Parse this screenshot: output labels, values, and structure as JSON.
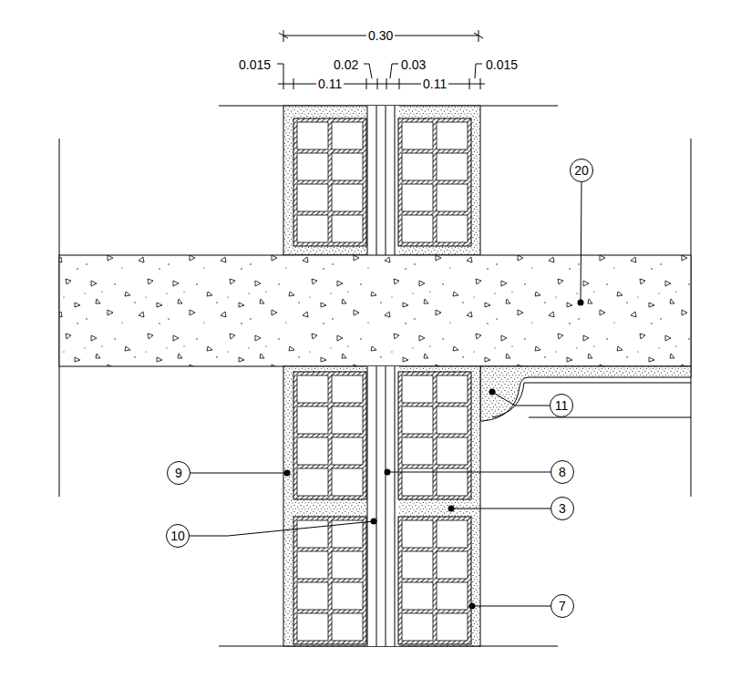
{
  "diagram": {
    "nodes": [
      {
        "text": [
          "20"
        ]
      },
      {
        "text": [
          "11"
        ]
      },
      {
        "text": [
          "9"
        ]
      },
      {
        "text": [
          "8"
        ]
      },
      {
        "text": [
          "3"
        ]
      },
      {
        "text": [
          "10"
        ]
      },
      {
        "text": [
          "7"
        ]
      }
    ],
    "labels": [
      "0.30",
      "0.015",
      "0.02",
      "0.03",
      "0.11",
      "0.11",
      "0.015"
    ]
  }
}
